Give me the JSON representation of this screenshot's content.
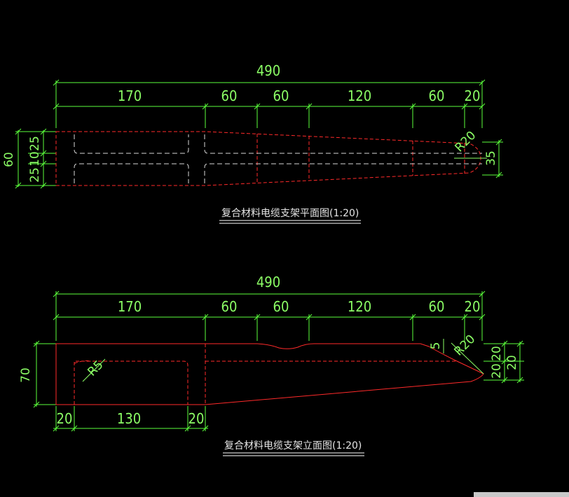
{
  "plan": {
    "overall": "490",
    "segments": [
      "170",
      "60",
      "60",
      "120",
      "60",
      "20"
    ],
    "height_total": "60",
    "height_parts": [
      "25",
      "10",
      "25"
    ],
    "radius": "R20",
    "tip_height": "35",
    "title": "复合材料电缆支架平面图(1:20)"
  },
  "elevation": {
    "overall": "490",
    "segments": [
      "170",
      "60",
      "60",
      "120",
      "60",
      "20"
    ],
    "height_total": "70",
    "radius_large": "R20",
    "radius_small": "R5",
    "notch": "5",
    "right_dims": [
      "20",
      "20",
      "20"
    ],
    "bottom_dims": [
      "20",
      "130",
      "20"
    ],
    "title": "复合材料电缆支架立面图(1:20)"
  },
  "colors": {
    "background": "#000000",
    "dimension": "#5cff3c",
    "outline": "#ff2a2a",
    "hidden": "#d8d8d8"
  }
}
